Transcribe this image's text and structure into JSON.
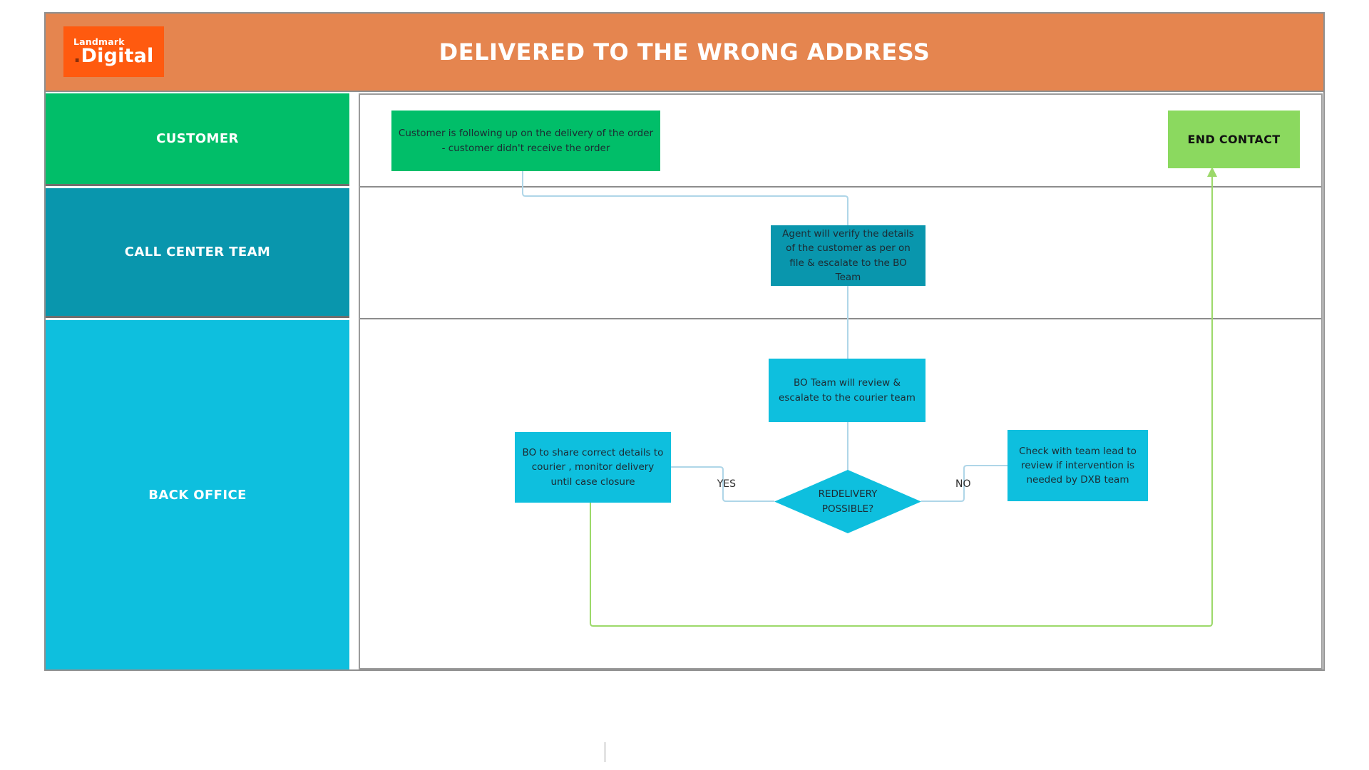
{
  "header": {
    "title": "DELIVERED TO THE WRONG ADDRESS",
    "logo": {
      "top": "Landmark",
      "dot": ".",
      "bottom": "Digital"
    }
  },
  "lanes": [
    {
      "label": "CUSTOMER",
      "color": "#01be69"
    },
    {
      "label": "CALL CENTER TEAM",
      "color": "#0996ad"
    },
    {
      "label": "BACK OFFICE",
      "color": "#0ebfde"
    }
  ],
  "nodes": {
    "customer_inquiry": {
      "text": "Customer is following up on the delivery of the order -  customer didn't receive the order",
      "color": "#01be69",
      "lane": "CUSTOMER"
    },
    "end_contact": {
      "text": "END CONTACT",
      "color": "#8bd95f",
      "lane": "CUSTOMER"
    },
    "agent_verify": {
      "text": "Agent will verify the details of the customer as per on file & escalate to the BO Team",
      "color": "#0996ad",
      "lane": "CALL CENTER TEAM"
    },
    "bo_review": {
      "text": "BO Team will review & escalate to the courier team",
      "color": "#0ebfde",
      "lane": "BACK OFFICE"
    },
    "bo_share": {
      "text": "BO to share correct details to courier , monitor delivery until case closure",
      "color": "#0ebfde",
      "lane": "BACK OFFICE"
    },
    "redelivery_decision": {
      "text": "REDELIVERY POSSIBLE?",
      "color": "#0ebfde",
      "lane": "BACK OFFICE"
    },
    "check_team_lead": {
      "text": "Check with team lead to review if intervention is needed by DXB team",
      "color": "#0ebfde",
      "lane": "BACK OFFICE"
    }
  },
  "edge_labels": {
    "yes": "YES",
    "no": "NO"
  },
  "colors": {
    "header_bar": "#e5854f",
    "logo_background": "#ff5a0f",
    "connector_blue": "#afd6e8",
    "connector_green": "#9cd96a",
    "frame_border": "#8f8f8f"
  }
}
